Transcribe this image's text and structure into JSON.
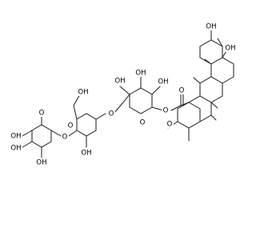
{
  "molecule": {
    "atom_labels": {
      "oh_glycosyl_ester_upper_left": "OH",
      "oh_glycosyl_ester_top": "OH",
      "oh_glycosyl_ester_right": "OH",
      "o_glycosidic_ester": "O",
      "o_ester_link": "O",
      "o_carbonyl": "O",
      "o_ring_glycosyl_ester": "O",
      "o_inter_sugar": "O",
      "o_ring_mid_sugar": "O",
      "oh_mid_sugar_hydroxymethyl": "OH",
      "oh_mid_sugar_lower": "OH",
      "o_mid_to_terminal": "O",
      "o_ring_terminal_sugar": "O",
      "oh_terminal_1": "OH",
      "oh_terminal_2": "OH",
      "oh_terminal_3": "OH",
      "oh_aglycone_hydroxymethyl": "OH",
      "oh_aglycone_ring": "OH"
    }
  }
}
